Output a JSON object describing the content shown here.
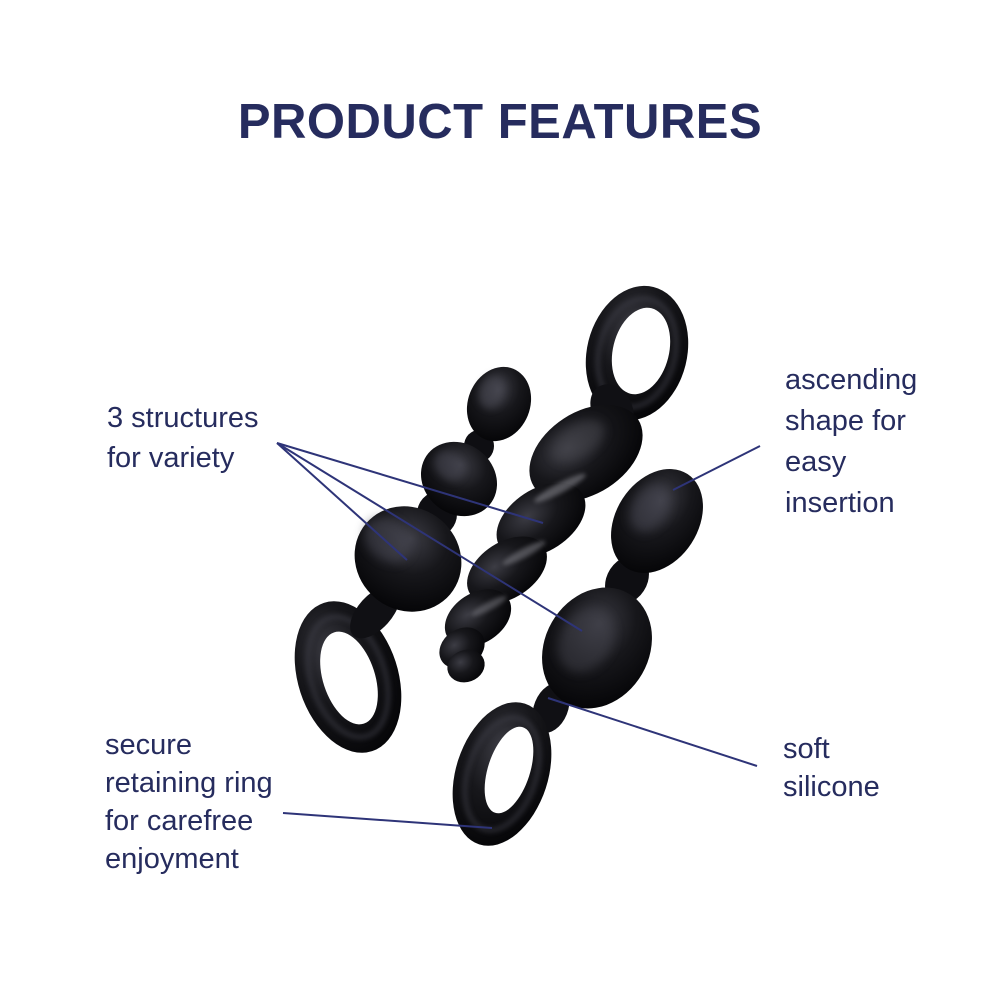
{
  "title": "PRODUCT FEATURES",
  "callouts": {
    "structures": {
      "text": "3 structures\nfor variety"
    },
    "ascending": {
      "text": "ascending\nshape for\neasy\ninsertion"
    },
    "retaining_ring": {
      "text": "secure\nretaining ring\nfor carefree\nenjoyment"
    },
    "soft_silicone": {
      "text": "soft\nsilicone"
    }
  },
  "colors": {
    "background": "#ffffff",
    "text_navy": "#262c5e",
    "line_navy": "#2e3478",
    "product_black": "#0a0a0c"
  }
}
